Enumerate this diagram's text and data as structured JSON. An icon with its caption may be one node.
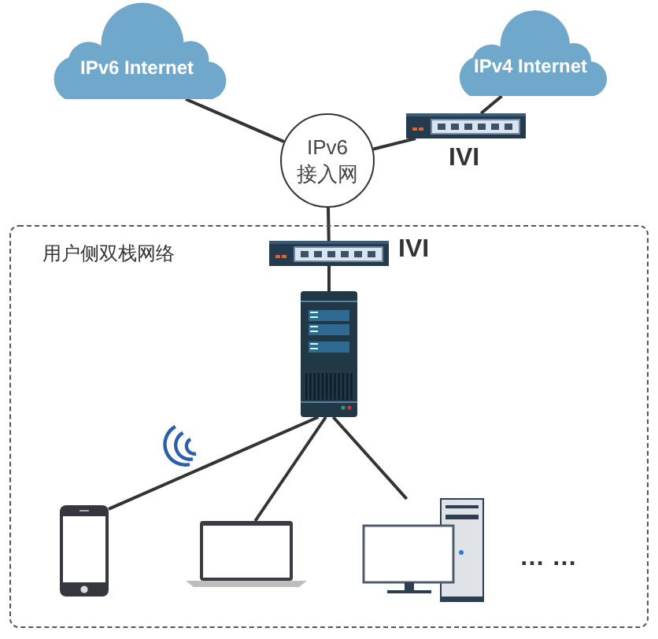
{
  "diagram": {
    "nodes": [
      {
        "text": [
          "IPv6 Internet"
        ]
      },
      {
        "text": [
          "IPv4 Internet"
        ]
      },
      {
        "text": [
          "IPv6 接入网"
        ]
      },
      {
        "text": [],
        "shape": "picture",
        "beside": [
          "IVI"
        ]
      },
      {
        "text": [
          "用户侧双栈网络"
        ]
      },
      {
        "text": [],
        "shape": "picture",
        "beside": [
          "IVI"
        ],
        "in": 4
      },
      {
        "text": [],
        "shape": "picture",
        "in": 4
      },
      {
        "text": [],
        "shape": "picture",
        "in": 4
      },
      {
        "text": [],
        "shape": "picture",
        "in": 4
      },
      {
        "text": [],
        "shape": "picture",
        "in": 4
      }
    ],
    "edges": [
      {
        "from": 0,
        "to": 2,
        "arrow": "none"
      },
      {
        "from": 2,
        "to": 3,
        "arrow": "none"
      },
      {
        "from": 3,
        "to": 1,
        "arrow": "none"
      },
      {
        "from": 2,
        "to": 5,
        "arrow": "none"
      },
      {
        "from": 5,
        "to": 6,
        "arrow": "none"
      },
      {
        "from": 6,
        "to": 7,
        "arrow": "none"
      },
      {
        "from": 6,
        "to": 8,
        "arrow": "none"
      },
      {
        "from": 6,
        "to": 9,
        "arrow": "none"
      }
    ],
    "labels": [
      "… …"
    ]
  }
}
